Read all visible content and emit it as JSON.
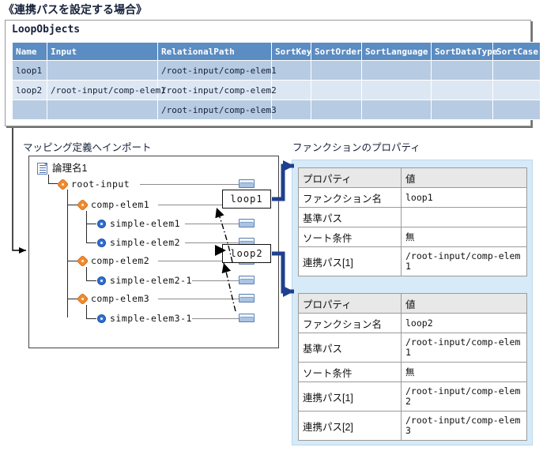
{
  "caption": "《連携パスを設定する場合》",
  "loop_objects": {
    "title": "LoopObjects",
    "columns": [
      "Name",
      "Input",
      "RelationalPath",
      "SortKey",
      "SortOrder",
      "SortLanguage",
      "SortDataType",
      "SortCase"
    ],
    "rows": [
      [
        "loop1",
        "",
        "/root-input/comp-elem1",
        "",
        "",
        "",
        "",
        ""
      ],
      [
        "loop2",
        "/root-input/comp-elem1",
        "/root-input/comp-elem2",
        "",
        "",
        "",
        "",
        ""
      ],
      [
        "",
        "",
        "/root-input/comp-elem3",
        "",
        "",
        "",
        "",
        ""
      ]
    ]
  },
  "sections": {
    "left_label": "マッピング定義へインポート",
    "right_label": "ファンクションのプロパティ"
  },
  "tree": {
    "nodes": [
      {
        "label": "論理名1",
        "icon": "document-icon",
        "depth": 0
      },
      {
        "label": "root-input",
        "icon": "complex-element-icon",
        "depth": 1
      },
      {
        "label": "comp-elem1",
        "icon": "complex-element-icon",
        "depth": 2
      },
      {
        "label": "simple-elem1",
        "icon": "simple-element-icon",
        "depth": 3
      },
      {
        "label": "simple-elem2",
        "icon": "simple-element-icon",
        "depth": 3
      },
      {
        "label": "comp-elem2",
        "icon": "complex-element-icon",
        "depth": 2
      },
      {
        "label": "simple-elem2-1",
        "icon": "simple-element-icon",
        "depth": 3
      },
      {
        "label": "comp-elem3",
        "icon": "complex-element-icon",
        "depth": 2
      },
      {
        "label": "simple-elem3-1",
        "icon": "simple-element-icon",
        "depth": 3
      }
    ]
  },
  "functions": [
    {
      "name": "loop1"
    },
    {
      "name": "loop2"
    }
  ],
  "properties": [
    {
      "header": {
        "key": "プロパティ",
        "value": "値"
      },
      "rows": [
        {
          "key": "ファンクション名",
          "value": "loop1"
        },
        {
          "key": "基準パス",
          "value": ""
        },
        {
          "key": "ソート条件",
          "value": "無"
        },
        {
          "key": "連携パス[1]",
          "value": "/root-input/comp-elem1"
        }
      ]
    },
    {
      "header": {
        "key": "プロパティ",
        "value": "値"
      },
      "rows": [
        {
          "key": "ファンクション名",
          "value": "loop2"
        },
        {
          "key": "基準パス",
          "value": "/root-input/comp-elem1"
        },
        {
          "key": "ソート条件",
          "value": "無"
        },
        {
          "key": "連携パス[1]",
          "value": "/root-input/comp-elem2"
        },
        {
          "key": "連携パス[2]",
          "value": "/root-input/comp-elem3"
        }
      ]
    }
  ],
  "colors": {
    "header_blue": "#5b8cc2",
    "row_dark": "#b7cbe3",
    "row_light": "#dce7f3",
    "panel_blue": "#d6eaf8",
    "arrow_blue": "#1f3f8f",
    "complex_orange": "#f08a2c",
    "simple_blue": "#2f6fd0"
  }
}
